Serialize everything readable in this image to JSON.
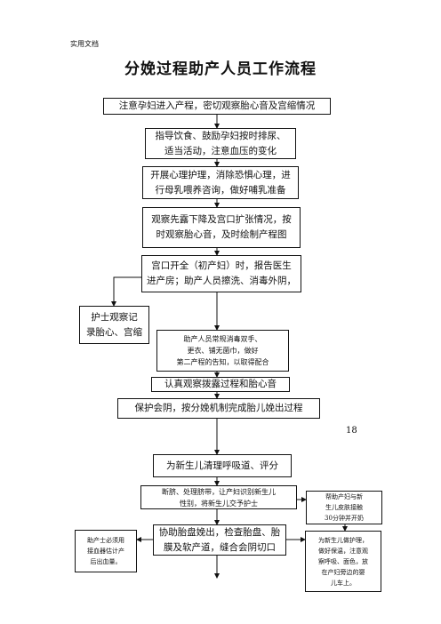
{
  "header_note": "实用文档",
  "title": "分娩过程助产人员工作流程",
  "page_number": "18",
  "steps": {
    "s1": [
      "注意孕妇进入产程，密切观察胎心音及宫缩情况"
    ],
    "s2": [
      "指导饮食、鼓励孕妇按时排尿、",
      "适当活动，注意血压的变化"
    ],
    "s3": [
      "开展心理护理，消除恐惧心理，进",
      "行母乳喂养咨询，做好哺乳准备"
    ],
    "s4": [
      "观察先露下降及宫口扩张情况，按",
      "时观察胎心音，及时绘制产程图"
    ],
    "s5": [
      "宫口开全（初产妇）时，报告医生",
      "进产房；助产人员擦洗、消毒外阴，"
    ],
    "s6": [
      "护士观察记",
      "录胎心、宫缩"
    ],
    "s7": [
      "助产人员常规消毒双手、",
      "更衣、铺无菌巾，做好",
      "第二产程的告知，以取得配合"
    ],
    "s8": [
      "认真观察拨露过程和胎心音"
    ],
    "s9": [
      "保护会阴，按分娩机制完成胎儿娩出过程"
    ],
    "s10": [
      "为新生儿清理呼吸道、评分"
    ],
    "s11": [
      "断脐、处理脐带，让产妇识别新生儿",
      "性别，将新生儿交予护士"
    ],
    "s12": [
      "帮助产妇与新",
      "生儿皮肤接触",
      "30分钟并开奶"
    ],
    "s13": [
      "协助胎盘娩出，检查胎盘、胎",
      "膜及软产道，缝合会阴切口"
    ],
    "s14": [
      "助产士必须用",
      "接血器估计产",
      "后出血量。"
    ],
    "s15": [
      "为新生儿做护理，",
      "做好保温，注意观",
      "察呼吸、面色，放",
      "在产妇旁边的婴",
      "儿车上。"
    ]
  }
}
